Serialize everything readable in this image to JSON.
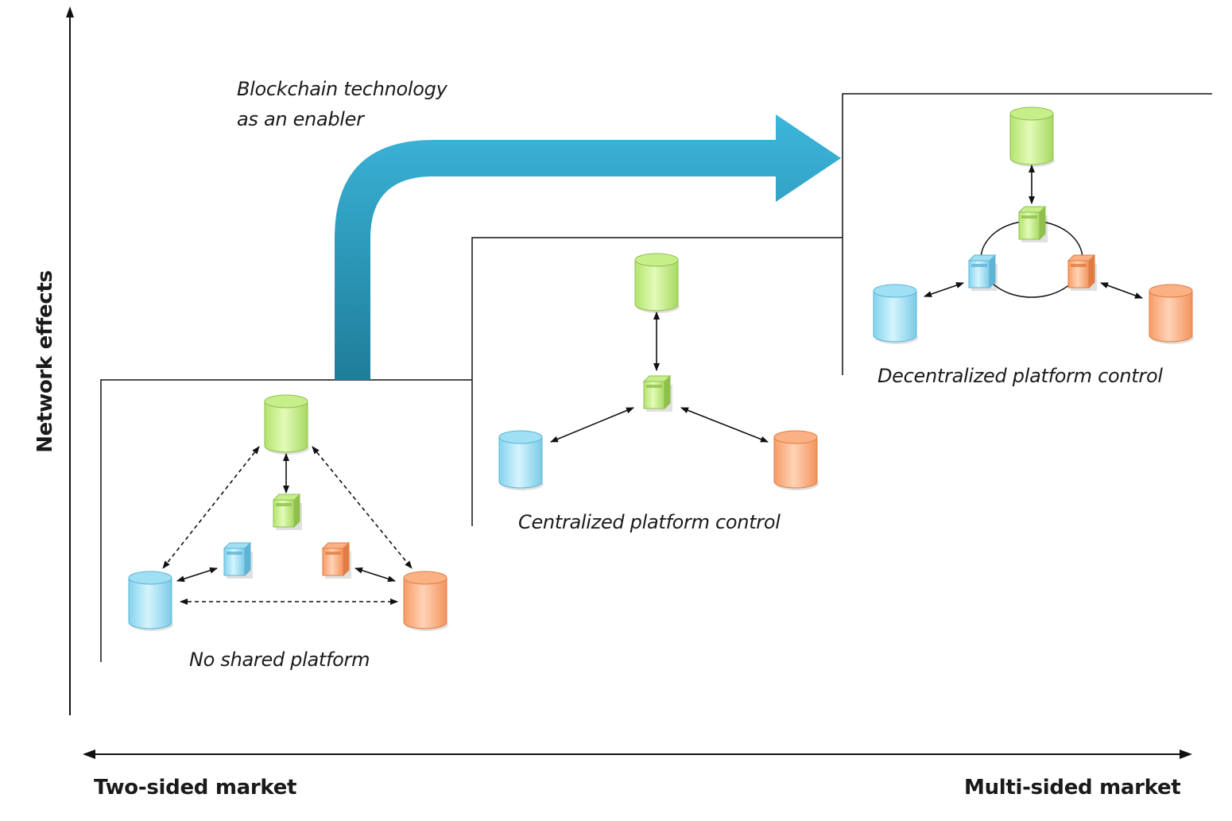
{
  "axes": {
    "y_label": "Network effects",
    "x_left_label": "Two-sided market",
    "x_right_label": "Multi-sided market"
  },
  "enabler": {
    "line1": "Blockchain technology",
    "line2": "as an enabler",
    "arrow_color": "#35aed0"
  },
  "panels": [
    {
      "caption": "No shared platform"
    },
    {
      "caption": "Centralized platform control"
    },
    {
      "caption": "Decentralized platform control"
    }
  ],
  "node_colors": {
    "green": "#c6ef8a",
    "blue": "#9fe0f4",
    "orange": "#fbb184"
  },
  "icons": [
    "database-icon",
    "server-icon",
    "double-arrow-icon"
  ]
}
